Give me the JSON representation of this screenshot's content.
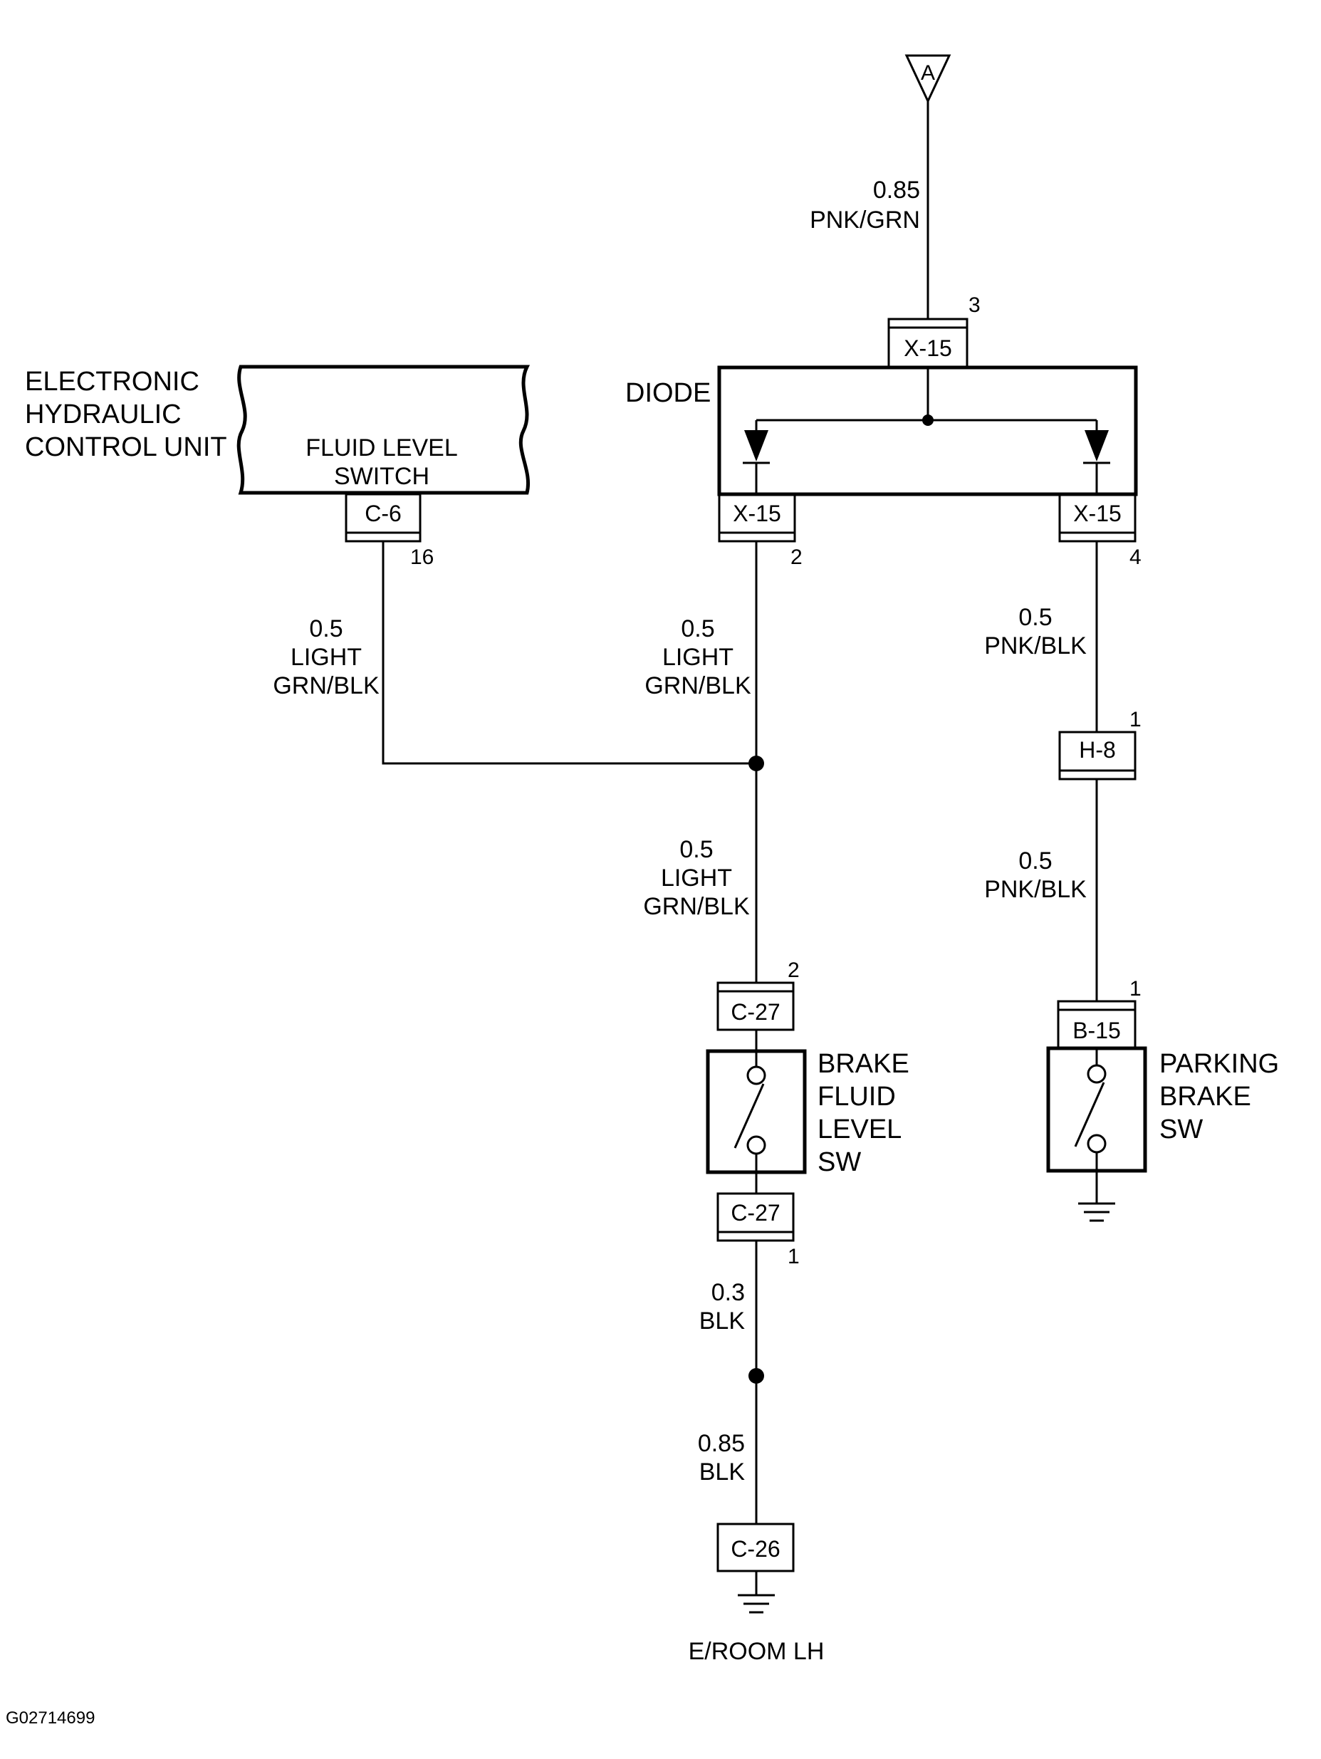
{
  "figure_id": "G02714699",
  "ground_label": "E/ROOM LH",
  "connector_ref": "A",
  "ehcu": {
    "name_lines": [
      "ELECTRONIC",
      "HYDRAULIC",
      "CONTROL UNIT"
    ],
    "inner_lines": [
      "FLUID LEVEL",
      "SWITCH"
    ],
    "connector": "C-6",
    "pin": "16"
  },
  "diode": {
    "label": "DIODE",
    "top_connector": "X-15",
    "top_pin": "3",
    "left_connector": "X-15",
    "left_pin": "2",
    "right_connector": "X-15",
    "right_pin": "4"
  },
  "wires": {
    "feed": [
      "0.85",
      "PNK/GRN"
    ],
    "ehcu_out": [
      "0.5",
      "LIGHT",
      "GRN/BLK"
    ],
    "diode_left": [
      "0.5",
      "LIGHT",
      "GRN/BLK"
    ],
    "splice_down": [
      "0.5",
      "LIGHT",
      "GRN/BLK"
    ],
    "diode_right": [
      "0.5",
      "PNK/BLK"
    ],
    "h8_down": [
      "0.5",
      "PNK/BLK"
    ],
    "c27_out": [
      "0.3",
      "BLK"
    ],
    "to_ground": [
      "0.85",
      "BLK"
    ]
  },
  "h8": {
    "connector": "H-8",
    "pin": "1"
  },
  "brake_fluid_sw": {
    "name_lines": [
      "BRAKE",
      "FLUID",
      "LEVEL",
      "SW"
    ],
    "top_connector": "C-27",
    "top_pin": "2",
    "bottom_connector": "C-27",
    "bottom_pin": "1"
  },
  "parking_brake_sw": {
    "name_lines": [
      "PARKING",
      "BRAKE",
      "SW"
    ],
    "connector": "B-15",
    "pin": "1"
  },
  "ground_connector": "C-26"
}
